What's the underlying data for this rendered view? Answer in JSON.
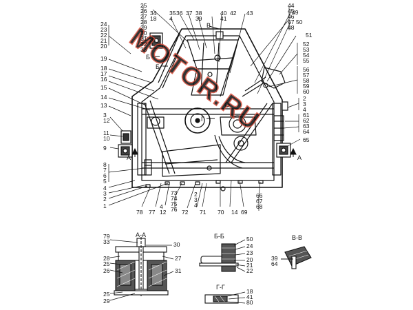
{
  "diagram": {
    "watermark": "MOTOR.RU",
    "colors": {
      "line": "#111111",
      "watermark": "#d94d3a",
      "hatch": "#222222",
      "paper": "#ffffff"
    },
    "sections": {
      "aa": "А-А",
      "bb": "Б-Б",
      "vv": "В-В",
      "gg": "Г-Г",
      "mark_a": "А",
      "mark_b": "Б",
      "mark_v": "В",
      "mark_g": "Г"
    },
    "callouts": {
      "top": [
        "25",
        "26",
        "27",
        "28",
        "29",
        "30",
        "31",
        "32",
        "33",
        "34",
        "18",
        "35",
        "4",
        "36",
        "37",
        "38",
        "39",
        "40",
        "41",
        "42",
        "43",
        "44",
        "45",
        "46",
        "47",
        "48",
        "49",
        "50",
        "51",
        "52",
        "53",
        "54",
        "55"
      ],
      "left": [
        "24",
        "23",
        "22",
        "21",
        "20",
        "19",
        "18",
        "17",
        "16",
        "15",
        "14",
        "13",
        "3",
        "12",
        "11",
        "10",
        "9",
        "8",
        "7",
        "6",
        "5",
        "4",
        "3",
        "2",
        "1"
      ],
      "right": [
        "56",
        "57",
        "58",
        "59",
        "60",
        "2",
        "3",
        "4",
        "61",
        "62",
        "63",
        "64",
        "65"
      ],
      "bottom": [
        "78",
        "77",
        "4",
        "12",
        "73",
        "74",
        "75",
        "76",
        "72",
        "2",
        "3",
        "4",
        "71",
        "70",
        "14",
        "69",
        "66",
        "67",
        "68"
      ],
      "aa_section": [
        "79",
        "33",
        "30",
        "28",
        "25",
        "27",
        "26",
        "31",
        "25",
        "29"
      ],
      "bb_section": [
        "50",
        "24",
        "23",
        "20",
        "21",
        "22"
      ],
      "vv_section": [
        "39",
        "64"
      ],
      "gg_section": [
        "18",
        "41",
        "80"
      ]
    }
  }
}
